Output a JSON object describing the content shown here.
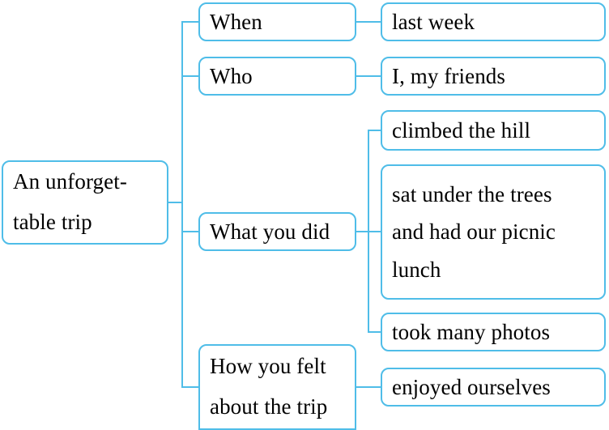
{
  "diagram": {
    "type": "mind-map",
    "title_node": "An unforget-\ntable trip",
    "accent_color": "#4FBDE8",
    "text_color": "#000000",
    "background_color": "#FFFFFF",
    "root": {
      "id": "root",
      "label": "An unforget-\ntable trip"
    },
    "branches": [
      {
        "id": "when",
        "label": "When",
        "children": [
          {
            "id": "last-week",
            "label": "last week"
          }
        ]
      },
      {
        "id": "who",
        "label": "Who",
        "children": [
          {
            "id": "i-my-friends",
            "label": "I, my friends"
          }
        ]
      },
      {
        "id": "what-you-did",
        "label": "What you did",
        "children": [
          {
            "id": "climbed-the-hill",
            "label": "climbed the hill"
          },
          {
            "id": "sat-under-the-trees",
            "label": "sat under the trees\nand had our picnic\nlunch"
          },
          {
            "id": "took-many-photos",
            "label": "took many photos"
          }
        ]
      },
      {
        "id": "how-you-felt",
        "label": "How you felt\nabout the trip",
        "children": [
          {
            "id": "enjoyed-ourselves",
            "label": "enjoyed ourselves"
          }
        ]
      }
    ]
  }
}
